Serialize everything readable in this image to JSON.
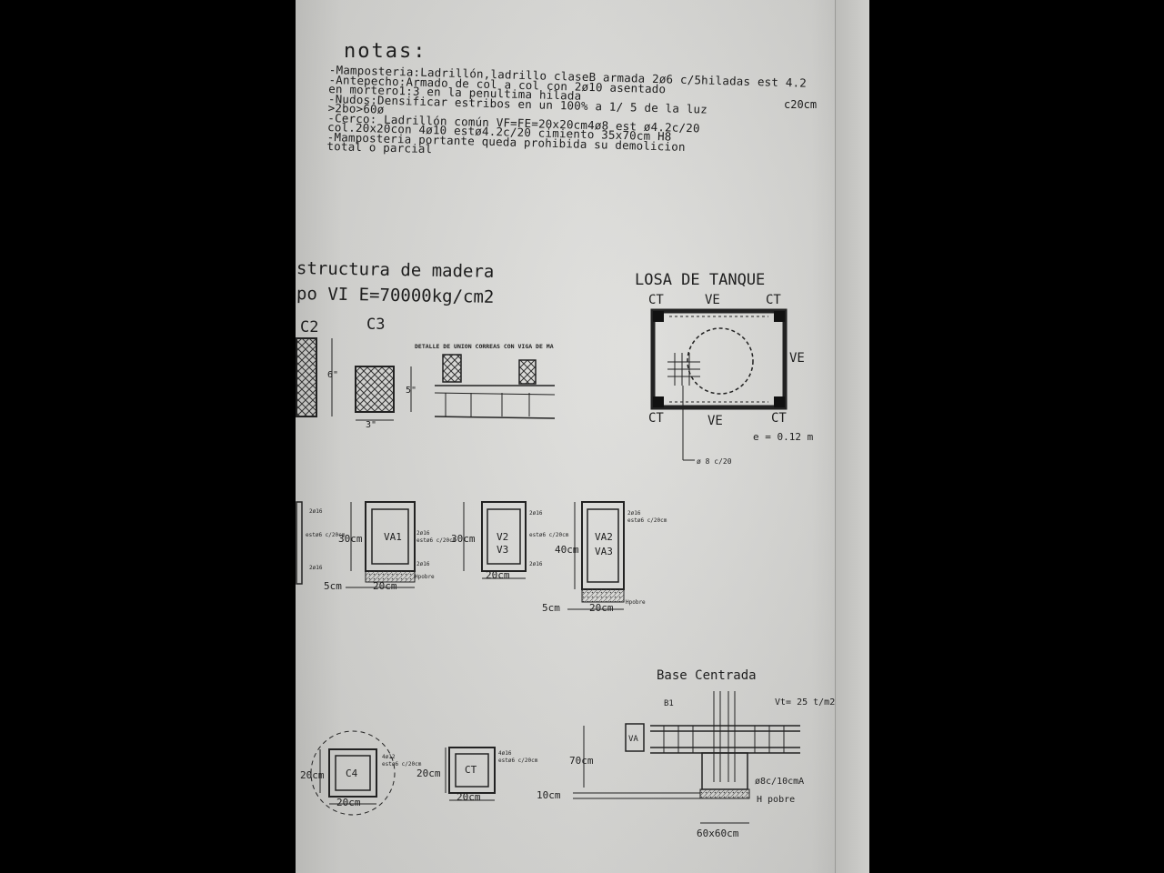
{
  "notes": {
    "title": "notas:",
    "lines": [
      "-Mamposteria:Ladrillón,ladrillo claseB armada 2ø6 c/5hiladas est 4.2",
      "-Antepecho:Armado de col a col con 2ø10 asentado",
      "en mortero1:3 en la penultima hilada",
      "-Nudos:Densificar estribos en un 100% a 1/ 5 de la luz",
      ">2bo>60ø",
      "-Cerco: Ladrillón común VF=FE=20x20cm4ø8 est ø4.2c/20",
      "col.20x20con 4ø10 estø4.2c/20 cimiento 35x70cm H8",
      "-Mamposteria portante queda prohibida su demolicion",
      "total o parcial"
    ],
    "side_note": "c20cm"
  },
  "madera": {
    "line1": "structura de madera",
    "line2": "po VI E=70000kg/cm2",
    "c2": "C2",
    "c3": "C3",
    "dim_6": "6\"",
    "dim_5": "5\"",
    "dim_3": "3\"",
    "detail_title": "DETALLE DE UNION CORREAS CON VIGA DE MA"
  },
  "losa": {
    "title": "LOSA DE TANQUE",
    "ct": "CT",
    "ve": "VE",
    "thickness": "e = 0.12 m",
    "rebar": "ø 8 c/20"
  },
  "vigas": [
    {
      "name": "VA1",
      "height": "30cm",
      "width": "20cm",
      "cover": "5cm",
      "top": "2ø16",
      "stirrup": "estø6 c/20cm",
      "bottom": "2ø16",
      "note": "Hpobre"
    },
    {
      "name": "V2",
      "name2": "V3",
      "height": "30cm",
      "width": "20cm",
      "top": "2ø16",
      "stirrup": "estø6 c/20cm",
      "bottom": "2ø16"
    },
    {
      "name": "VA2",
      "name2": "VA3",
      "height": "40cm",
      "width": "20cm",
      "cover": "5cm",
      "top": "2ø16",
      "stirrup": "estø6 c/20cm",
      "note": "Hpobre"
    }
  ],
  "columnas": [
    {
      "name": "C4",
      "dim": "20cm",
      "width": "20cm",
      "rebar": "4ø12",
      "stirrup": "estø6 c/20cm"
    },
    {
      "name": "CT",
      "dim": "20cm",
      "width": "20cm",
      "rebar": "4ø16",
      "stirrup": "estø6 c/20cm"
    }
  ],
  "base": {
    "title": "Base Centrada",
    "b1": "B1",
    "soil": "Vt= 25 t/m2",
    "va": "VA",
    "h1": "70cm",
    "h2": "10cm",
    "rebar": "ø8c/10cmA",
    "hpobre": "H pobre",
    "size": "60x60cm"
  }
}
